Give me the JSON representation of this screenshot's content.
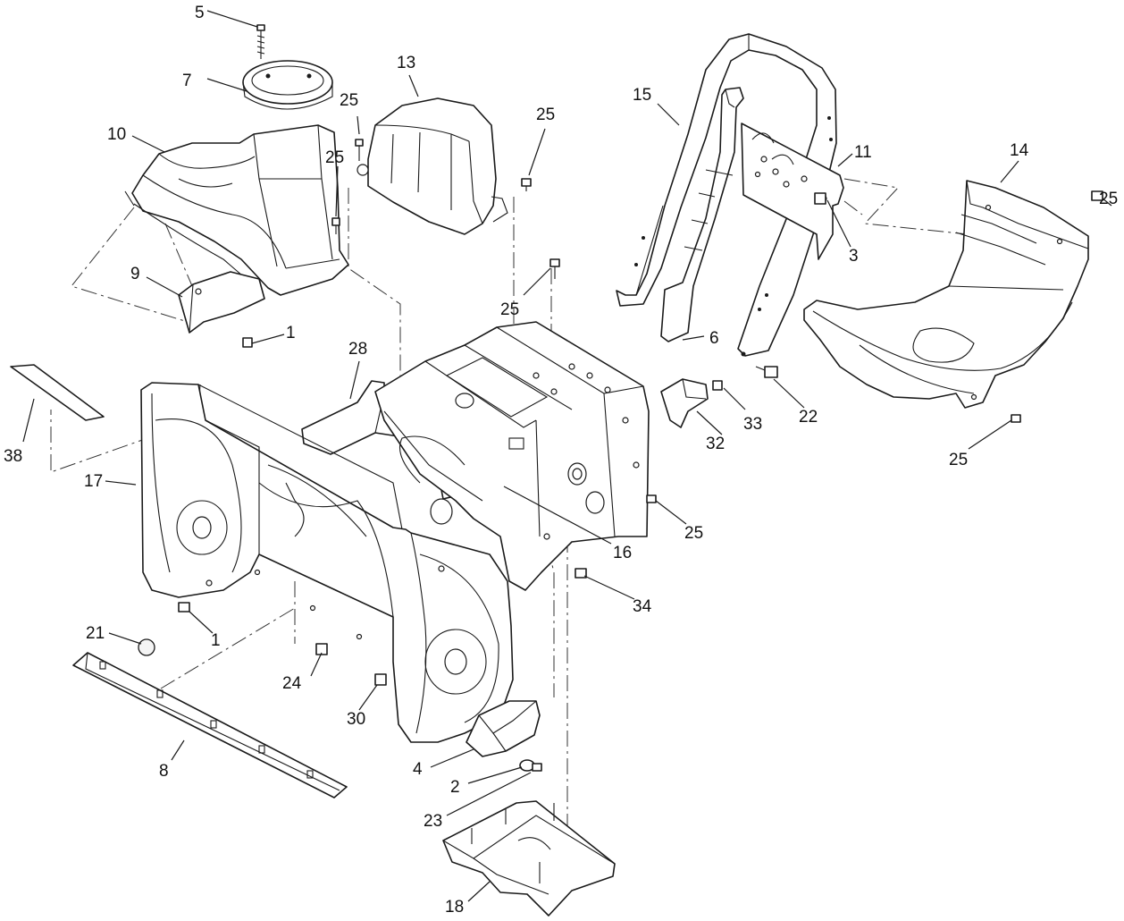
{
  "callouts": {
    "c5": "5",
    "c7": "7",
    "c13": "13",
    "c25a": "25",
    "c25b": "25",
    "c15": "15",
    "c10": "10",
    "c25c": "25",
    "c11": "11",
    "c14": "14",
    "c25d": "25",
    "c3": "3",
    "c9": "9",
    "c25e": "25",
    "c1a": "1",
    "c6": "6",
    "c28": "28",
    "c33": "33",
    "c22": "22",
    "c32": "32",
    "c38": "38",
    "c17": "17",
    "c25f": "25",
    "c25g": "25",
    "c16": "16",
    "c34": "34",
    "c1b": "1",
    "c21": "21",
    "c24": "24",
    "c30": "30",
    "c8": "8",
    "c4": "4",
    "c2": "2",
    "c23": "23",
    "c18": "18"
  }
}
